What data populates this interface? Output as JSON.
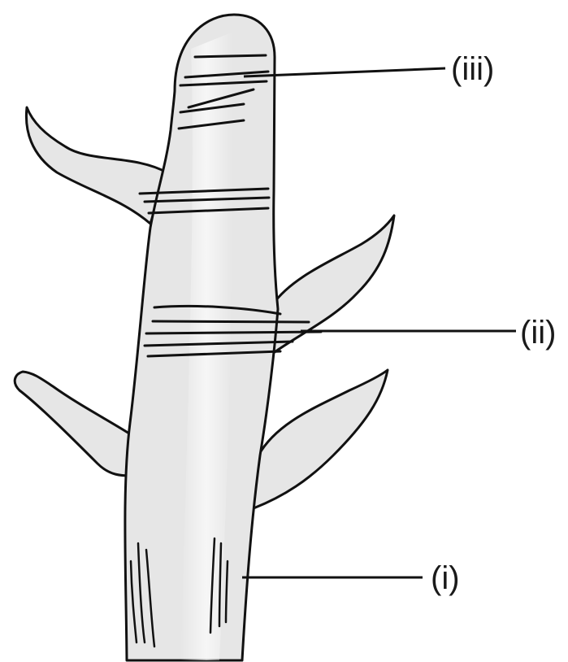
{
  "diagram": {
    "labels": {
      "top": "(iii)",
      "middle": "(ii)",
      "bottom": "(i)"
    }
  }
}
